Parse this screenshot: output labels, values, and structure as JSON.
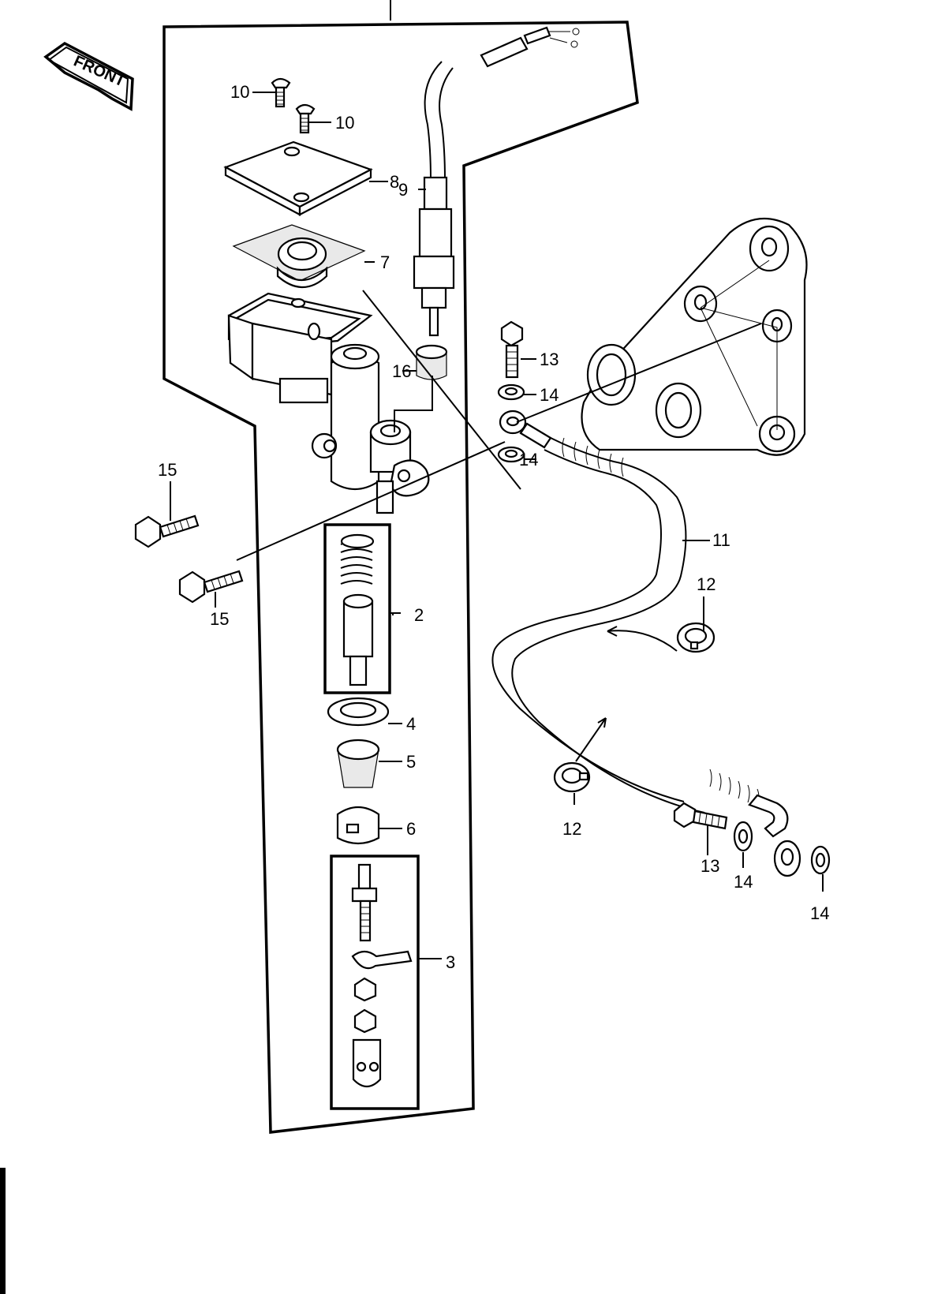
{
  "arrow_label": "FRONT",
  "callouts": {
    "c10a": "10",
    "c10b": "10",
    "c8": "8",
    "c9": "9",
    "c7": "7",
    "c16": "16",
    "c13a": "13",
    "c14a": "14",
    "c14b": "14",
    "c15a": "15",
    "c15b": "15",
    "c11": "11",
    "c2": "2",
    "c12a": "12",
    "c4": "4",
    "c5": "5",
    "c12b": "12",
    "c6": "6",
    "c13b": "13",
    "c14c": "14",
    "c14d": "14",
    "c3": "3"
  }
}
